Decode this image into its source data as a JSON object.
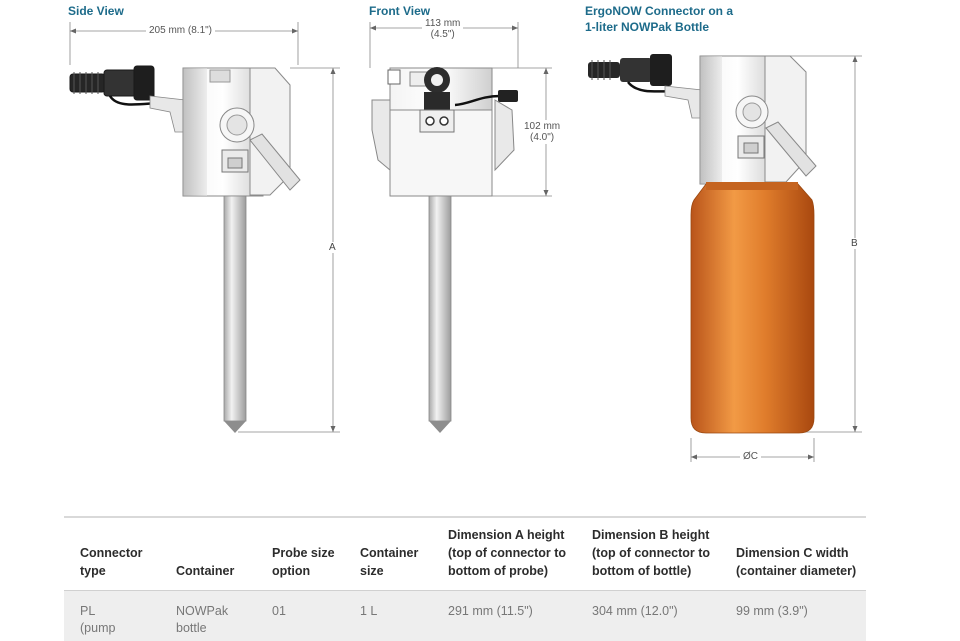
{
  "views": {
    "side": {
      "title": "Side View",
      "width_label": "205 mm (8.1\")",
      "height_letter": "A"
    },
    "front": {
      "title": "Front View",
      "width_label": "113 mm\n(4.5\")",
      "height_label": "102 mm\n(4.0\")"
    },
    "bottle": {
      "title": "ErgoNOW Connector on a\n1-liter NOWPak Bottle",
      "height_letter": "B",
      "diameter_label": "ØC"
    }
  },
  "colors": {
    "title_blue": "#1d6b8a",
    "bottle_orange": "#d9772a",
    "probe_gray": "#c9c9c9"
  },
  "table": {
    "headers": [
      "Connector\ntype",
      "Container",
      "Probe size\noption",
      "Container\nsize",
      "Dimension A height\n(top of connector to\nbottom of probe)",
      "Dimension B height\n(top of connector to\nbottom of bottle)",
      "Dimension C width\n(container diameter)"
    ],
    "rows": [
      [
        "PL\n(pump",
        "NOWPak\nbottle",
        "01",
        "1 L",
        "291 mm (11.5\")",
        "304 mm (12.0\")",
        "99 mm (3.9\")"
      ]
    ]
  }
}
